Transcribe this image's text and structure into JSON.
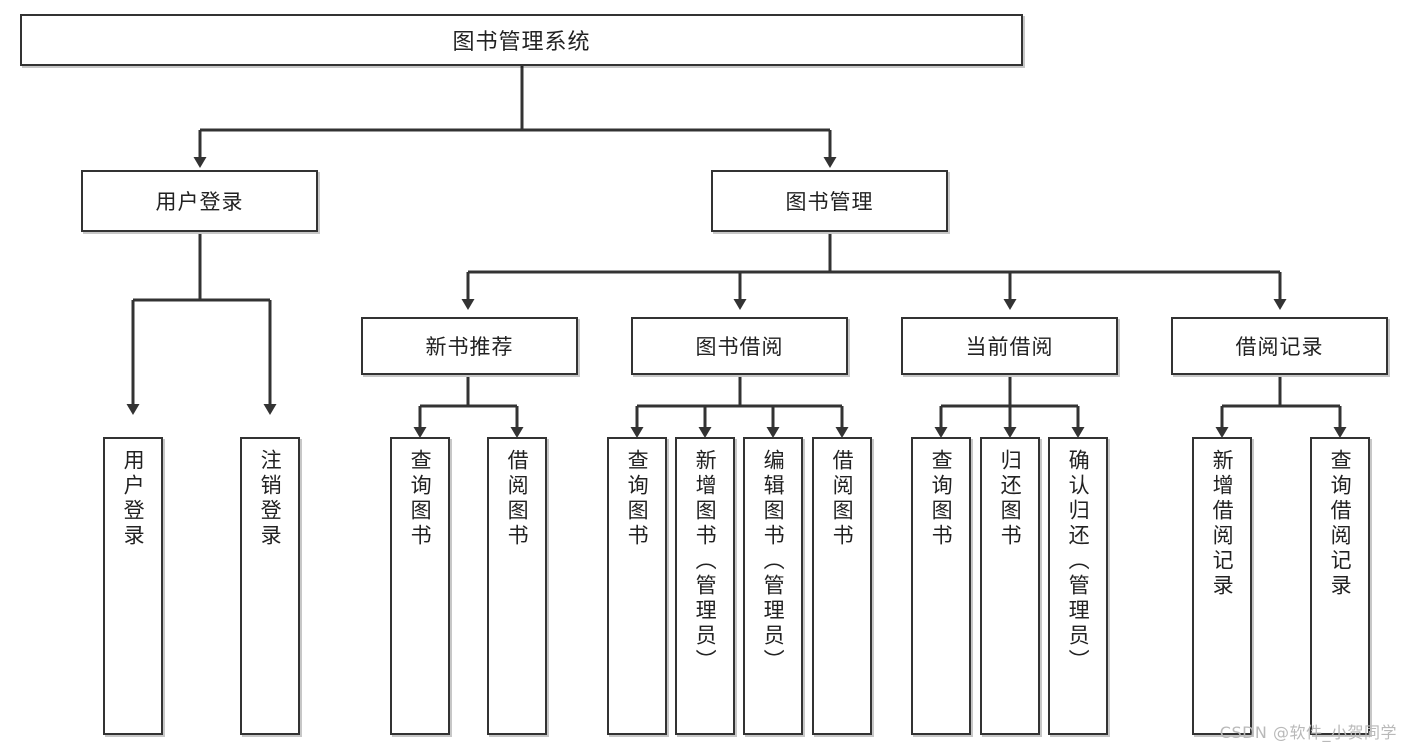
{
  "diagram": {
    "title": "图书管理系统",
    "type": "tree-hierarchy",
    "watermark": "CSDN @软件_小贺同学",
    "colors": {
      "box_border": "#333333",
      "box_fill": "#ffffff",
      "line": "#333333",
      "text": "#222222",
      "watermark": "#b9b9b9",
      "background": "#ffffff"
    }
  },
  "nodes": {
    "root": {
      "label": "图书管理系统"
    },
    "level2": [
      {
        "label": "用户登录"
      },
      {
        "label": "图书管理"
      }
    ],
    "level3": [
      {
        "label": "新书推荐"
      },
      {
        "label": "图书借阅"
      },
      {
        "label": "当前借阅"
      },
      {
        "label": "借阅记录"
      }
    ],
    "leaves": {
      "user_login": [
        {
          "label": "用户登录"
        },
        {
          "label": "注销登录"
        }
      ],
      "new_book_recommend": [
        {
          "label": "查询图书"
        },
        {
          "label": "借阅图书"
        }
      ],
      "book_borrow": [
        {
          "label": "查询图书"
        },
        {
          "label": "新增图书（管理员）"
        },
        {
          "label": "编辑图书（管理员）"
        },
        {
          "label": "借阅图书"
        }
      ],
      "current_borrow": [
        {
          "label": "查询图书"
        },
        {
          "label": "归还图书"
        },
        {
          "label": "确认归还（管理员）"
        }
      ],
      "borrow_record": [
        {
          "label": "新增借阅记录"
        },
        {
          "label": "查询借阅记录"
        }
      ]
    }
  }
}
